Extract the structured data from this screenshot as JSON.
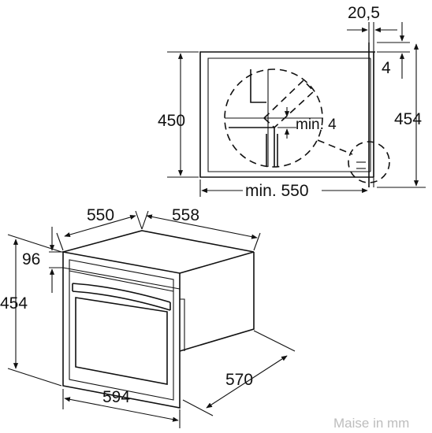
{
  "labels": {
    "top_gap": "20,5",
    "top_small": "4",
    "top_height_left": "450",
    "top_height_right": "454",
    "top_min_gap": "min. 4",
    "top_min_depth": "min. 550",
    "front_depth": "550",
    "front_width_top": "558",
    "front_panel": "96",
    "front_height": "454",
    "side_depth": "570",
    "front_width": "594"
  },
  "watermark": "Maise in mm",
  "colors": {
    "line": "#111111",
    "background": "#ffffff",
    "watermark": "#bdbdbd"
  }
}
